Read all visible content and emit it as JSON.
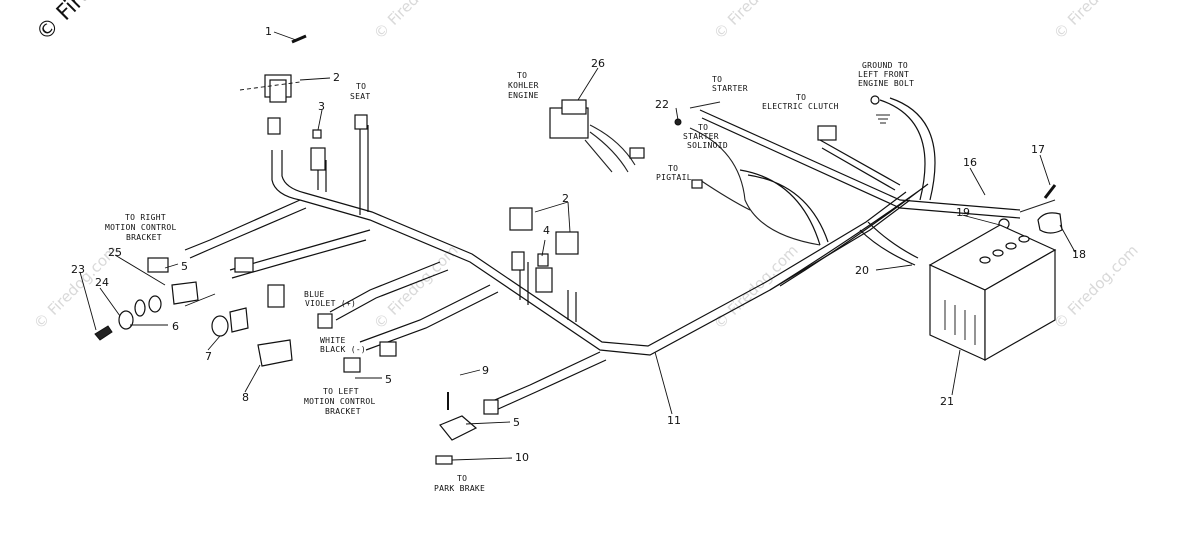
{
  "copyright": "© Fire",
  "watermark": "© Firedog.com",
  "labels": {
    "to_seat": [
      "TO",
      "SEAT"
    ],
    "to_kohler": [
      "TO",
      "KOHLER",
      "ENGINE"
    ],
    "to_starter": [
      "TO",
      "STARTER"
    ],
    "to_clutch": [
      "TO",
      "ELECTRIC CLUTCH"
    ],
    "ground": [
      "GROUND TO",
      "LEFT FRONT",
      "ENGINE BOLT"
    ],
    "to_solenoid": [
      "TO",
      "STARTER",
      "SOLINOID"
    ],
    "to_pigtail": [
      "TO",
      "PIGTAIL"
    ],
    "right_bracket": [
      "TO RIGHT",
      "MOTION CONTROL",
      "BRACKET"
    ],
    "blue": "BLUE",
    "violet": "VIOLET (+)",
    "white": "WHITE",
    "black": "BLACK (-)",
    "left_bracket": [
      "TO LEFT",
      "MOTION CONTROL",
      "BRACKET"
    ],
    "park_brake": [
      "TO",
      "PARK BRAKE"
    ]
  },
  "callouts": [
    "1",
    "2",
    "3",
    "26",
    "22",
    "17",
    "16",
    "19",
    "18",
    "20",
    "21",
    "2",
    "4",
    "25",
    "23",
    "24",
    "5",
    "6",
    "7",
    "8",
    "5",
    "9",
    "5",
    "10",
    "11"
  ]
}
